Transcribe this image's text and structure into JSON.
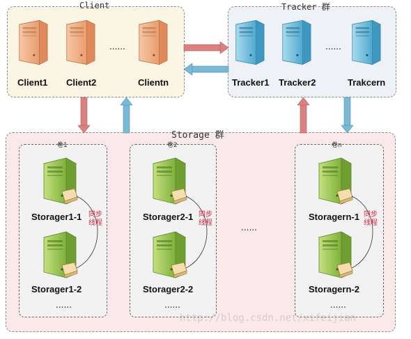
{
  "client_group": {
    "title": "Client",
    "nodes": [
      "Client1",
      "Client2",
      "Clientn"
    ],
    "ellipsis": "......"
  },
  "tracker_group": {
    "title": "Tracker 群",
    "nodes": [
      "Tracker1",
      "Tracker2",
      "Trakcern"
    ],
    "ellipsis": "......"
  },
  "storage_group": {
    "title": "Storage 群",
    "ellipsis": "......",
    "volumes": [
      {
        "title": "卷1",
        "primary": "Storager1-1",
        "secondary": "Storager1-2",
        "sync": "同步线程",
        "more": "......"
      },
      {
        "title": "卷2",
        "primary": "Storager2-1",
        "secondary": "Storager2-2",
        "sync": "同步线程",
        "more": "......"
      },
      {
        "title": "卷n",
        "primary": "Storagern-1",
        "secondary": "Storagern-2",
        "sync": "同步线程",
        "more": "......"
      }
    ]
  },
  "watermark": "http://blog.csdn.net/xifeijian",
  "colors": {
    "client": "#f4b184",
    "tracker": "#6fc0dc",
    "storage": "#9ac755",
    "arrow_red": "#d46a6a",
    "arrow_blue": "#7ab8d6"
  }
}
